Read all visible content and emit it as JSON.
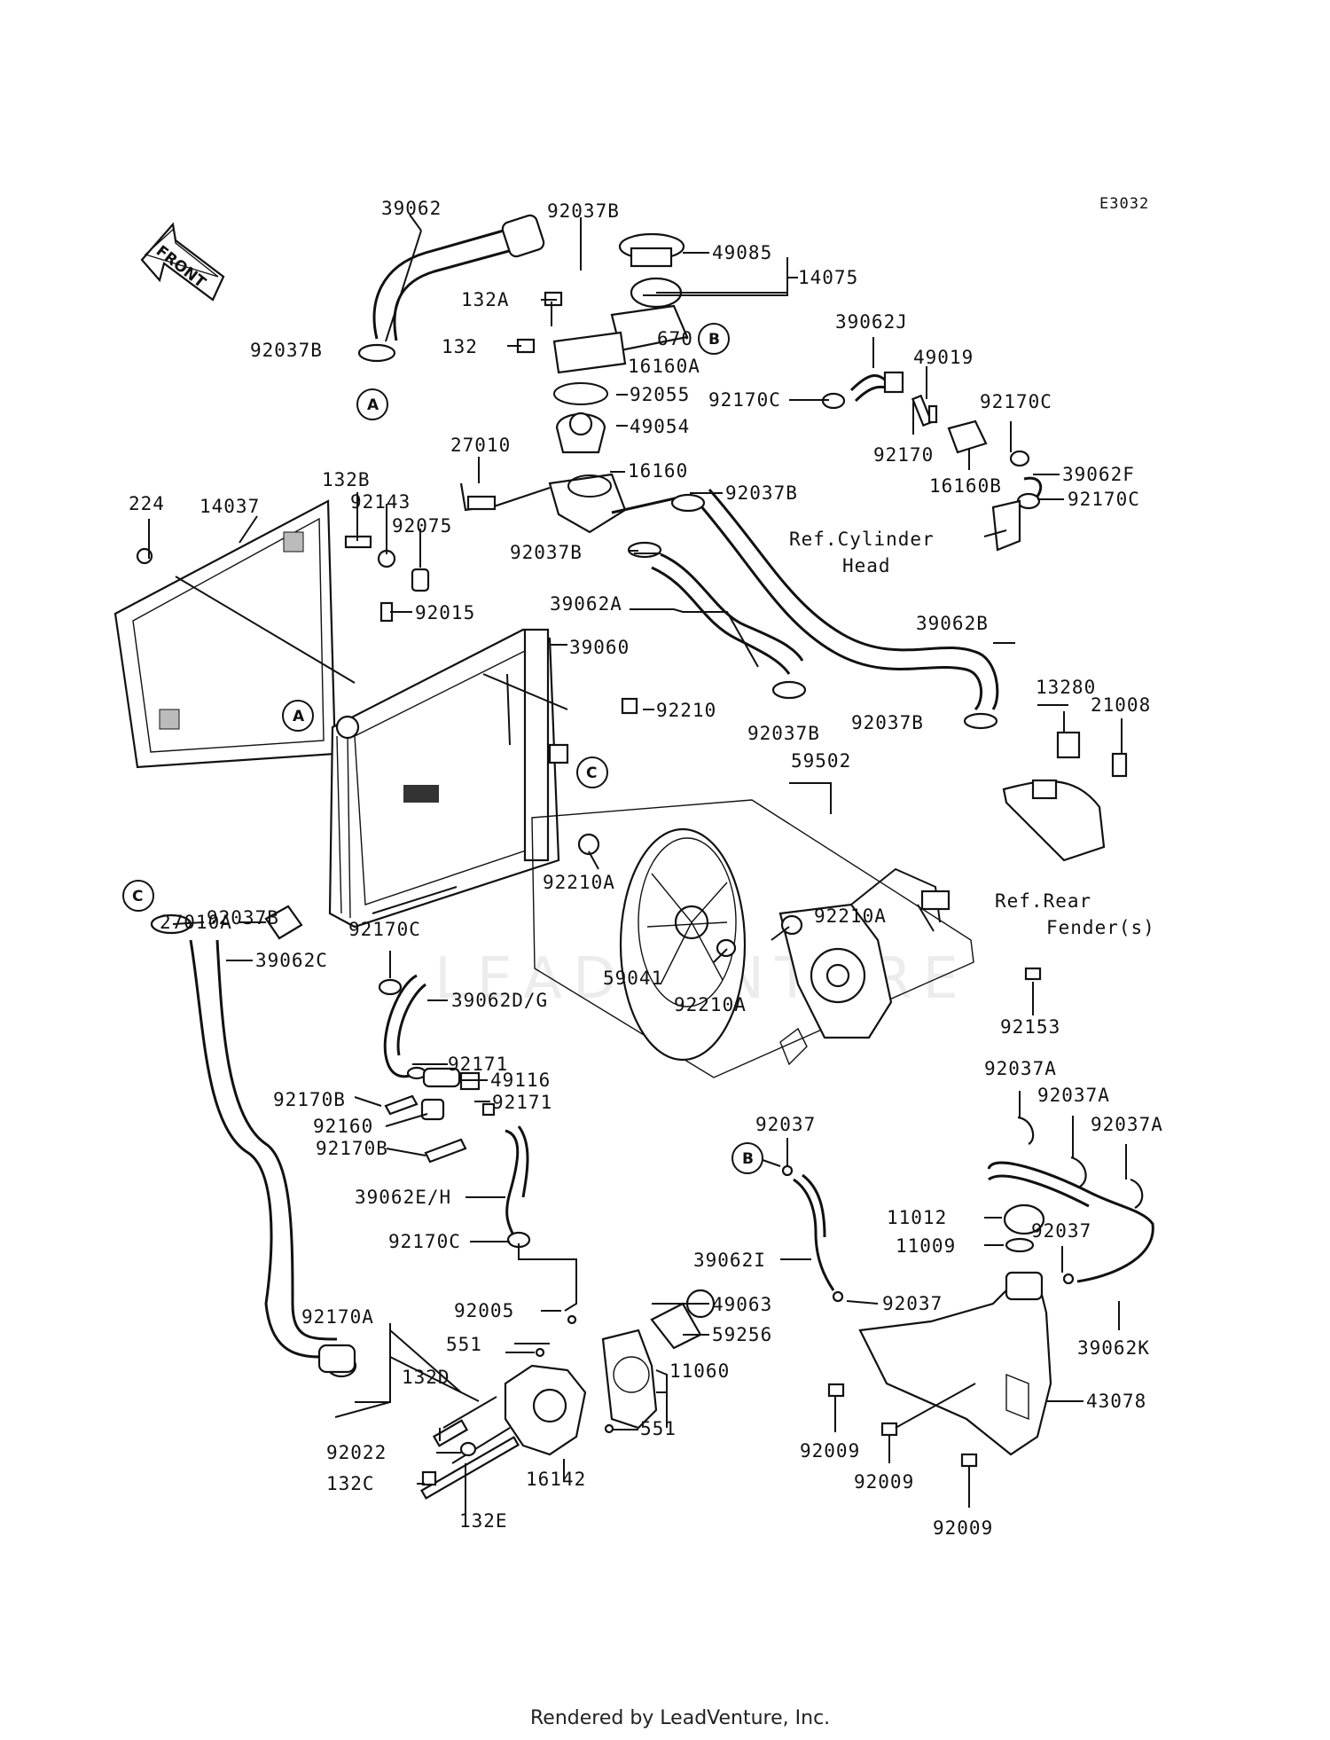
{
  "diagram_code": "E3032",
  "front_arrow_text": "FRONT",
  "footer": "Rendered by LeadVenture, Inc.",
  "watermark": "LEADVENTURE",
  "callouts": [
    "A",
    "B",
    "C"
  ],
  "ref_texts": {
    "cylinder_head_1": "Ref.Cylinder",
    "cylinder_head_2": "Head",
    "rear_fender_1": "Ref.Rear",
    "rear_fender_2": "Fender(s)"
  },
  "part_labels": [
    "39062",
    "92037B",
    "49085",
    "14075",
    "132A",
    "670",
    "132",
    "16160A",
    "92037B",
    "92055",
    "49054",
    "27010",
    "16160",
    "92037B",
    "39062J",
    "49019",
    "92170C",
    "92170C",
    "92170",
    "16160B",
    "39062F",
    "92170C",
    "224",
    "14037",
    "132B",
    "92143",
    "92075",
    "92015",
    "92037B",
    "39062A",
    "39062B",
    "39060",
    "92210",
    "92037B",
    "92037B",
    "13280",
    "21008",
    "59502",
    "27010A",
    "92210A",
    "92210A",
    "92210A",
    "59041",
    "92153",
    "92037B",
    "39062C",
    "92170C",
    "39062D/G",
    "92171",
    "49116",
    "92171",
    "92170B",
    "92160",
    "92170B",
    "39062E/H",
    "92170C",
    "92005",
    "551",
    "49063",
    "59256",
    "11060",
    "551",
    "92170A",
    "132D",
    "92022",
    "16142",
    "132C",
    "132E",
    "92037",
    "B",
    "92037A",
    "92037A",
    "92037A",
    "11012",
    "11009",
    "92037",
    "39062I",
    "92037",
    "39062K",
    "43078",
    "92009",
    "92009",
    "92009"
  ]
}
